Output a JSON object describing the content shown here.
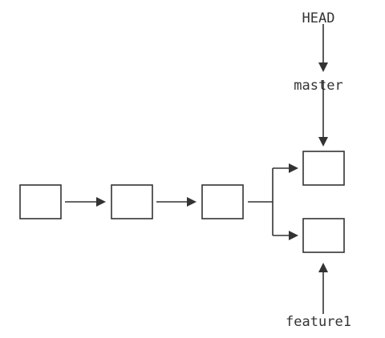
{
  "labels": {
    "head": "HEAD",
    "master": "master",
    "feature": "feature1"
  },
  "colors": {
    "stroke": "#333333",
    "background": "#ffffff"
  }
}
